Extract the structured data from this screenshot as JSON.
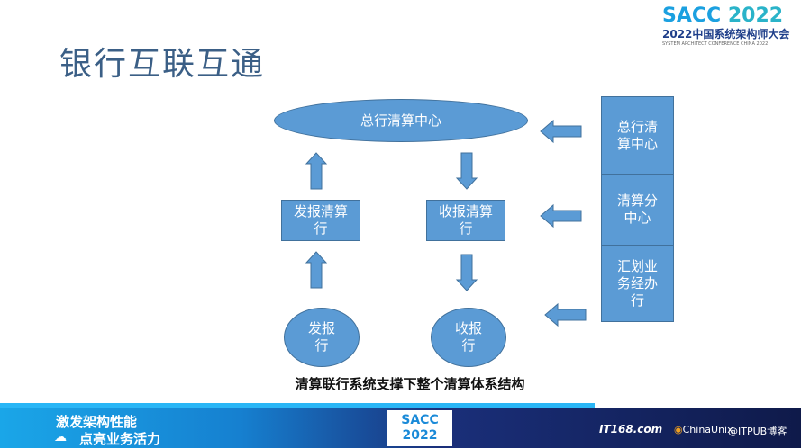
{
  "title": "银行互联互通",
  "logo": {
    "sacc": "SACC",
    "year": "2022",
    "cn": "2022中国系统架构师大会",
    "en": "SYSTEM ARCHITECT CONFERENCE CHINA 2022"
  },
  "diagram": {
    "center": "总行清算中心",
    "send_bank": "发报清算行",
    "recv_bank": "收报清算行",
    "send": "发报行",
    "recv": "收报行",
    "right": [
      "总行清算中心",
      "清算分中心",
      "汇划业务经办行"
    ]
  },
  "caption": "清算联行系统支撑下整个清算体系结构",
  "footer": {
    "line1": "激发架构性能",
    "line2": "点亮业务活力",
    "badge1": "SACC",
    "badge2": "2022",
    "it168": "IT168.com",
    "chinaunix": "ChinaUnix",
    "itpub": "@ITPUB博客"
  },
  "colors": {
    "shape": "#5b9bd5",
    "border": "#41719c"
  }
}
